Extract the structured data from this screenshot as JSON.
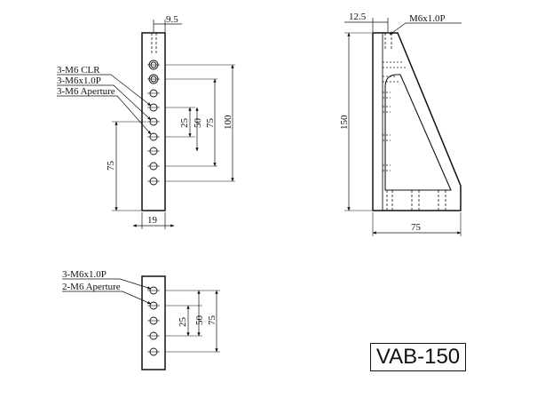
{
  "title": "VAB-150",
  "side_view": {
    "top_width": "9.5",
    "bottom_width": "19",
    "callouts": [
      "3-M6 CLR",
      "3-M6x1.0P",
      "3-M6 Aperture"
    ],
    "dims": [
      "25",
      "50",
      "75",
      "100",
      "75"
    ]
  },
  "front_view": {
    "thread": "M6x1.0P",
    "top_offset": "12.5",
    "height": "150",
    "width": "75"
  },
  "bottom_view": {
    "callouts": [
      "3-M6x1.0P",
      "2-M6 Aperture"
    ],
    "dims": [
      "25",
      "50",
      "75"
    ]
  }
}
